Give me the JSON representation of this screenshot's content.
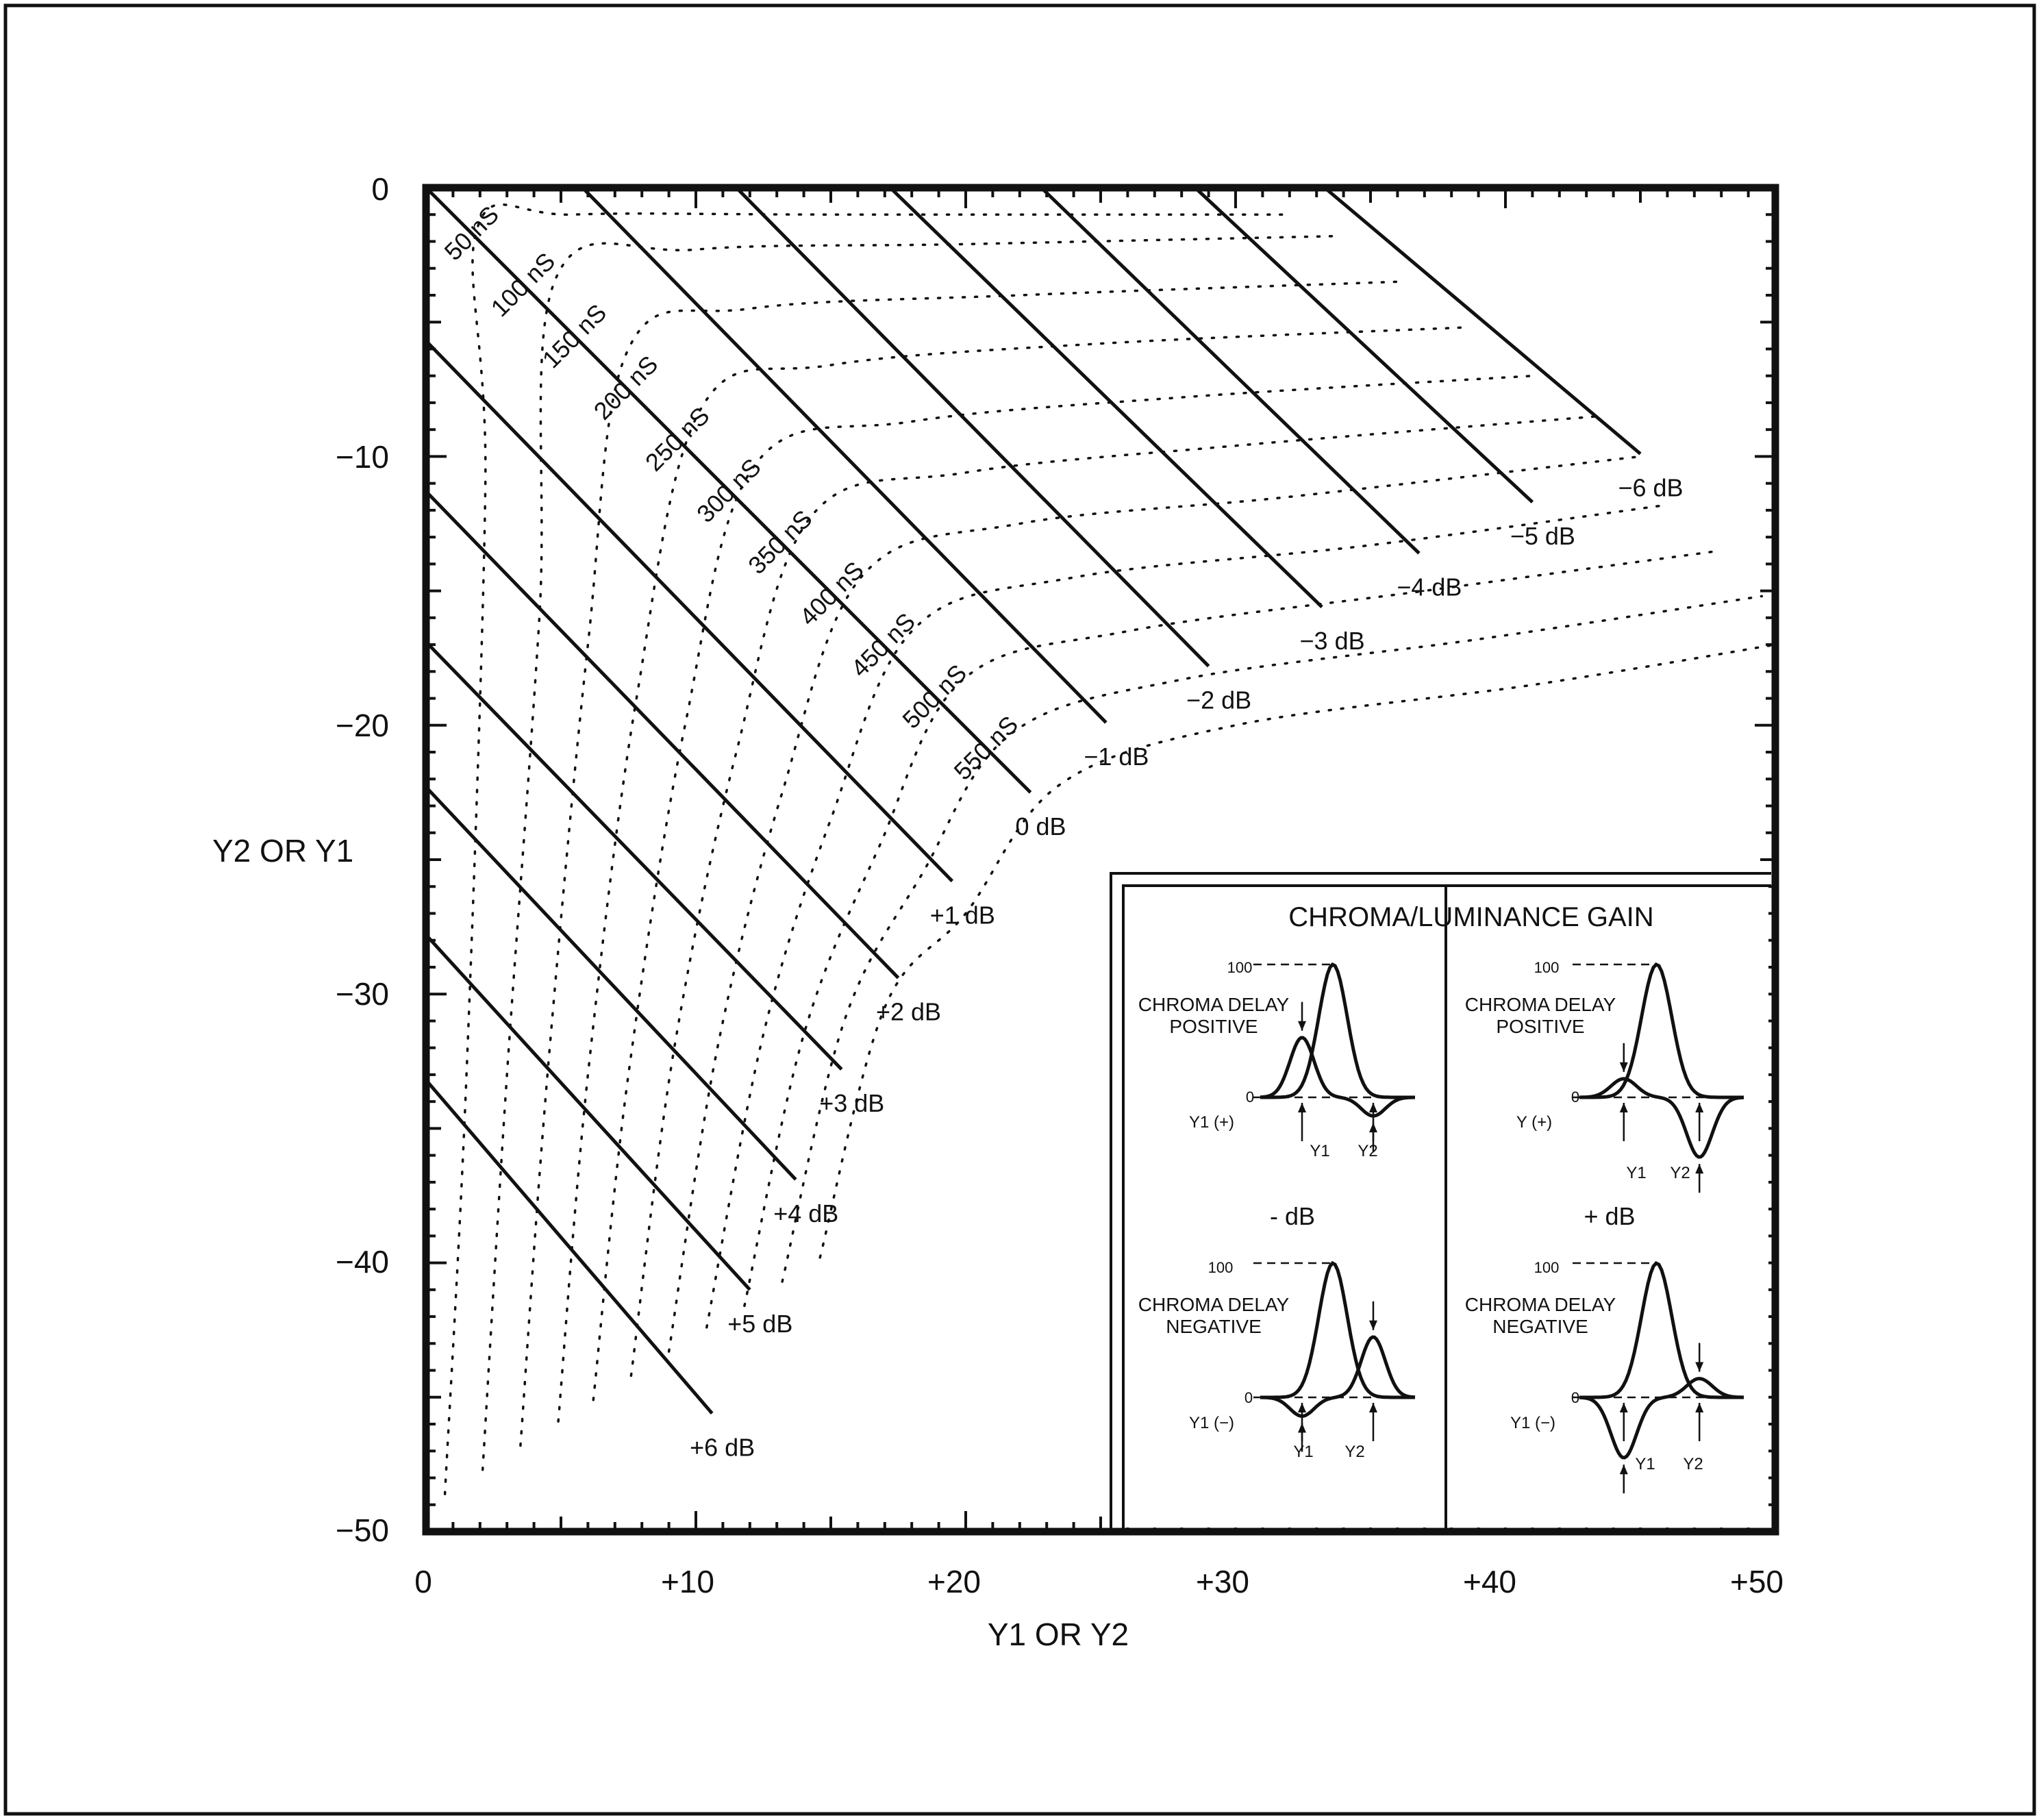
{
  "colors": {
    "ink": "#111111",
    "background": "#ffffff"
  },
  "chart_data": {
    "type": "line",
    "title": "",
    "xlabel": "Y1 OR Y2",
    "ylabel": "Y2 OR Y1",
    "xlim": [
      0,
      50
    ],
    "ylim": [
      -50,
      0
    ],
    "x_ticks": [
      "0",
      "+10",
      "+20",
      "+30",
      "+40",
      "+50"
    ],
    "y_ticks": [
      "0",
      "−10",
      "−20",
      "−30",
      "−40",
      "−50"
    ],
    "grid": false,
    "gain_series": [
      {
        "label": "−6 dB",
        "start": [
          33.3,
          0
        ],
        "end": [
          45,
          -9.9
        ]
      },
      {
        "label": "−5 dB",
        "start": [
          28.5,
          0
        ],
        "end": [
          41,
          -11.7
        ]
      },
      {
        "label": "−4 dB",
        "start": [
          22.8,
          0
        ],
        "end": [
          36.8,
          -13.6
        ]
      },
      {
        "label": "−3 dB",
        "start": [
          17.2,
          0
        ],
        "end": [
          33.2,
          -15.6
        ]
      },
      {
        "label": "−2 dB",
        "start": [
          11.5,
          0
        ],
        "end": [
          29,
          -17.8
        ]
      },
      {
        "label": "−1 dB",
        "start": [
          5.8,
          0
        ],
        "end": [
          25.2,
          -19.9
        ]
      },
      {
        "label": "0 dB",
        "start": [
          0,
          0
        ],
        "end": [
          22.4,
          -22.5
        ]
      },
      {
        "label": "+1 dB",
        "start": [
          0,
          -5.7
        ],
        "end": [
          19.5,
          -25.8
        ]
      },
      {
        "label": "+2 dB",
        "start": [
          0,
          -11.3
        ],
        "end": [
          17.5,
          -29.4
        ]
      },
      {
        "label": "+3 dB",
        "start": [
          0,
          -16.9
        ],
        "end": [
          15.4,
          -32.8
        ]
      },
      {
        "label": "+4 dB",
        "start": [
          0,
          -22.3
        ],
        "end": [
          13.7,
          -36.9
        ]
      },
      {
        "label": "+5 dB",
        "start": [
          0,
          -27.8
        ],
        "end": [
          12,
          -41
        ]
      },
      {
        "label": "+6 dB",
        "start": [
          0,
          -33.2
        ],
        "end": [
          10.6,
          -45.6
        ]
      }
    ],
    "delay_labels": [
      "50 nS",
      "100 nS",
      "150 nS",
      "200 nS",
      "250 nS",
      "300 nS",
      "350 nS",
      "400 nS",
      "450 nS",
      "500 nS",
      "550 nS"
    ],
    "delay_curves": [
      {
        "ns": 50,
        "points": [
          [
            0.7,
            -48.6
          ],
          [
            1.5,
            -33
          ],
          [
            2.2,
            -11
          ],
          [
            1.9,
            -1.5
          ],
          [
            5.5,
            -1
          ],
          [
            15,
            -1
          ],
          [
            32,
            -1
          ]
        ]
      },
      {
        "ns": 100,
        "points": [
          [
            2.1,
            -47.7
          ],
          [
            3,
            -33
          ],
          [
            4.2,
            -16
          ],
          [
            4.8,
            -3.4
          ],
          [
            10,
            -2.3
          ],
          [
            20,
            -2.1
          ],
          [
            33.8,
            -1.8
          ]
        ]
      },
      {
        "ns": 150,
        "points": [
          [
            3.5,
            -46.8
          ],
          [
            4.5,
            -33
          ],
          [
            6,
            -17
          ],
          [
            7.5,
            -6
          ],
          [
            12,
            -4.5
          ],
          [
            22,
            -4
          ],
          [
            36,
            -3.5
          ]
        ]
      },
      {
        "ns": 200,
        "points": [
          [
            4.9,
            -45.9
          ],
          [
            6,
            -33
          ],
          [
            7.8,
            -19
          ],
          [
            10.2,
            -8.2
          ],
          [
            15,
            -6.6
          ],
          [
            25,
            -5.8
          ],
          [
            38.5,
            -5.2
          ]
        ]
      },
      {
        "ns": 250,
        "points": [
          [
            6.2,
            -45.1
          ],
          [
            7.5,
            -33
          ],
          [
            9.6,
            -20
          ],
          [
            12.2,
            -10.3
          ],
          [
            18,
            -8.7
          ],
          [
            28,
            -7.8
          ],
          [
            41,
            -7
          ]
        ]
      },
      {
        "ns": 300,
        "points": [
          [
            7.6,
            -44.2
          ],
          [
            9.2,
            -32
          ],
          [
            11.5,
            -21
          ],
          [
            14.3,
            -12.2
          ],
          [
            20,
            -10.6
          ],
          [
            30,
            -9.6
          ],
          [
            43.5,
            -8.5
          ]
        ]
      },
      {
        "ns": 350,
        "points": [
          [
            9,
            -43.3
          ],
          [
            10.8,
            -32
          ],
          [
            13.2,
            -22.5
          ],
          [
            16.2,
            -14.4
          ],
          [
            22,
            -12.5
          ],
          [
            32,
            -11.5
          ],
          [
            45,
            -10
          ]
        ]
      },
      {
        "ns": 400,
        "points": [
          [
            10.4,
            -42.4
          ],
          [
            12.5,
            -31.5
          ],
          [
            15,
            -23.5
          ],
          [
            18.1,
            -16.4
          ],
          [
            24,
            -14.5
          ],
          [
            35,
            -13.3
          ],
          [
            46,
            -11.8
          ]
        ]
      },
      {
        "ns": 450,
        "points": [
          [
            11.8,
            -41.6
          ],
          [
            14,
            -31.5
          ],
          [
            16.8,
            -24.5
          ],
          [
            19.9,
            -18.3
          ],
          [
            26,
            -16.5
          ],
          [
            37,
            -15
          ],
          [
            48,
            -13.5
          ]
        ]
      },
      {
        "ns": 500,
        "points": [
          [
            13.2,
            -40.7
          ],
          [
            15.5,
            -31
          ],
          [
            18.4,
            -25.5
          ],
          [
            21.7,
            -20.3
          ],
          [
            28,
            -18.3
          ],
          [
            39,
            -16.8
          ],
          [
            49.5,
            -15.2
          ]
        ]
      },
      {
        "ns": 550,
        "points": [
          [
            14.6,
            -39.8
          ],
          [
            17,
            -30.5
          ],
          [
            20,
            -27
          ],
          [
            23.5,
            -22.2
          ],
          [
            30,
            -20
          ],
          [
            41,
            -18.5
          ],
          [
            50,
            -17
          ]
        ]
      }
    ],
    "legend": "bottom-right inset",
    "inset": {
      "title": "CHROMA/LUMINANCE GAIN",
      "panels": [
        {
          "id": "upper-left",
          "heading": [
            "CHROMA DELAY",
            "POSITIVE"
          ],
          "amplitude": {
            "top": "100",
            "bottom": "0"
          },
          "baseline_label": "Y1 (+)",
          "marker_labels": [
            "Y1",
            "Y2"
          ],
          "peak_values": [
            0.45,
            0.14
          ],
          "signs": [
            1,
            -1
          ]
        },
        {
          "id": "upper-right",
          "heading": [
            "CHROMA DELAY",
            "POSITIVE"
          ],
          "amplitude": {
            "top": "100",
            "bottom": "0"
          },
          "baseline_label": "Y (+)",
          "marker_labels": [
            "Y1",
            "Y2"
          ],
          "peak_values": [
            0.14,
            0.45
          ],
          "signs": [
            1,
            -1
          ]
        },
        {
          "id": "lower-left",
          "heading": [
            "CHROMA DELAY",
            "NEGATIVE"
          ],
          "amplitude": {
            "top": "100",
            "bottom": "0"
          },
          "baseline_label": "Y1 (−)",
          "marker_labels": [
            "Y1",
            "Y2"
          ],
          "peak_values": [
            0.14,
            0.45
          ],
          "signs": [
            -1,
            1
          ]
        },
        {
          "id": "lower-right",
          "heading": [
            "CHROMA DELAY",
            "NEGATIVE"
          ],
          "amplitude": {
            "top": "100",
            "bottom": "0"
          },
          "baseline_label": "Y1 (−)",
          "marker_labels": [
            "Y1",
            "Y2"
          ],
          "peak_values": [
            0.45,
            0.14
          ],
          "signs": [
            -1,
            1
          ]
        }
      ],
      "section_labels": [
        "- dB",
        "+ dB"
      ]
    }
  }
}
